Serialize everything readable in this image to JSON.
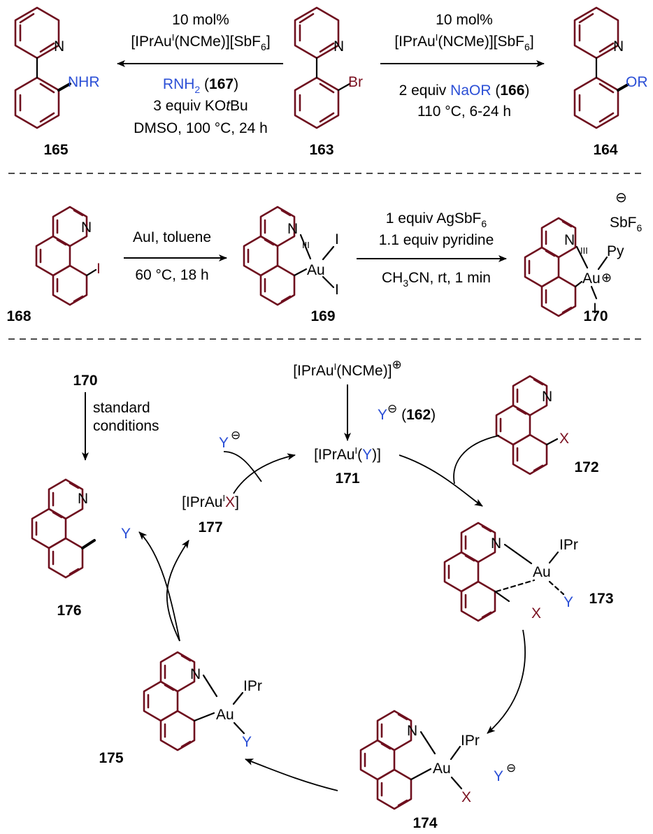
{
  "compounds": {
    "c163": "163",
    "c164": "164",
    "c165": "165",
    "c166": "166",
    "c167": "167",
    "c168": "168",
    "c169": "169",
    "c170": "170",
    "c171": "171",
    "c172": "172",
    "c173": "173",
    "c174": "174",
    "c175": "175",
    "c176": "176",
    "c177": "177",
    "c162": "162"
  },
  "atoms": {
    "N": "N",
    "Br": "Br",
    "I": "I",
    "Au": "Au",
    "Py": "Py",
    "IPr": "IPr",
    "X": "X",
    "Y": "Y",
    "OR": "OR",
    "NHR": "NHR",
    "ox3": "III",
    "SbF6": "SbF",
    "sub6": "6",
    "minus": "⊖",
    "plus": "⊕"
  },
  "row1": {
    "left": {
      "cat1": "10 mol%",
      "cat2": "[IPrAu",
      "cat2_sup": "I",
      "cat2_end": "(NCMe)][SbF",
      "cat2_sub": "6",
      "cat2_close": "]",
      "reagent": "RNH",
      "reagent_sub": "2",
      "reagent_open": " (",
      "reagent_close": ")",
      "base": "3 equiv KO",
      "base_it": "t",
      "base_end": "Bu",
      "conditions": "DMSO, 100 °C, 24 h"
    },
    "right": {
      "cat1": "10 mol%",
      "cat2": "[IPrAu",
      "cat2_sup": "I",
      "cat2_end": "(NCMe)][SbF",
      "cat2_sub": "6",
      "cat2_close": "]",
      "reagent_pre": "2 equiv ",
      "reagent": "NaOR",
      "reagent_open": " (",
      "reagent_close": ")",
      "conditions": "110 °C, 6-24 h"
    }
  },
  "row2": {
    "step1_top": "AuI, toluene",
    "step1_bottom": "60 °C, 18 h",
    "step2_l1": "1 equiv AgSbF",
    "step2_l1_sub": "6",
    "step2_l2": "1.1 equiv pyridine",
    "step2_l3a": "CH",
    "step2_l3_sub": "3",
    "step2_l3b": "CN, rt, 1 min"
  },
  "cycle": {
    "cat_pre": "[IPrAu",
    "cat_sup": "I",
    "cat_end": "(NCMe)]",
    "cat_plus": "⊕",
    "y_anion": "Y",
    "y_minus": "⊖",
    "int171_pre": "[IPrAu",
    "int171_sup": "I",
    "int171_open": "(",
    "int171_y": "Y",
    "int171_close": ")]",
    "int177_pre": "[IPrAu",
    "int177_sup": "I",
    "int177_x": "X",
    "int177_close": "]",
    "standard": "standard",
    "conditions": "conditions"
  },
  "colors": {
    "ring": "#6e0f1e",
    "blue": "#2b4fd6",
    "dark_red": "#7a1020"
  }
}
